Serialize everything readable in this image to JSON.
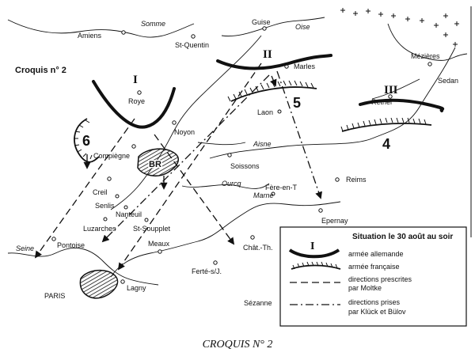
{
  "map": {
    "title": "Croquis n° 2",
    "rivers": {
      "somme": "Somme",
      "oise": "Oise",
      "aisne": "Aisne",
      "ourcq": "Ourcq",
      "marne": "Marne",
      "seine": "Seine"
    },
    "towns": {
      "amiens": "Amiens",
      "guise": "Guise",
      "st_quentin": "St-Quentin",
      "marles": "Marles",
      "mezieres": "Mézières",
      "sedan": "Sedan",
      "roye": "Roye",
      "noyon": "Noyon",
      "laon": "Laon",
      "rethel": "Rethel",
      "compiegne": "Compiègne",
      "soissons": "Soissons",
      "reims": "Reims",
      "creil": "Creil",
      "senlis": "Senlis",
      "nanteuil": "Nanteuil",
      "fere_en_t": "Fère-en-T",
      "luzarches": "Luzarches",
      "st_soupplet": "St-Soupplet",
      "epernay": "Epernay",
      "pontoise": "Pontoise",
      "meaux": "Meaux",
      "chat_th": "Chât.-Th.",
      "ferte_sj": "Ferté-s/J.",
      "paris": "PARIS",
      "lagny": "Lagny",
      "sezanne": "Sézanne"
    },
    "units": {
      "german_1": "I",
      "german_2": "II",
      "german_3": "III",
      "french_6": "6",
      "french_5": "5",
      "french_4": "4",
      "br": "BR"
    }
  },
  "legend": {
    "title": "Situation le 30 août au soir",
    "symbol_label": "I",
    "german_army": "armée allemande",
    "french_army": "armée française",
    "prescribed_1": "directions prescrites",
    "prescribed_2": "par Moltke",
    "taken_1": "directions prises",
    "taken_2": "par Klück et Bülov"
  },
  "caption": "CROQUIS N° 2"
}
